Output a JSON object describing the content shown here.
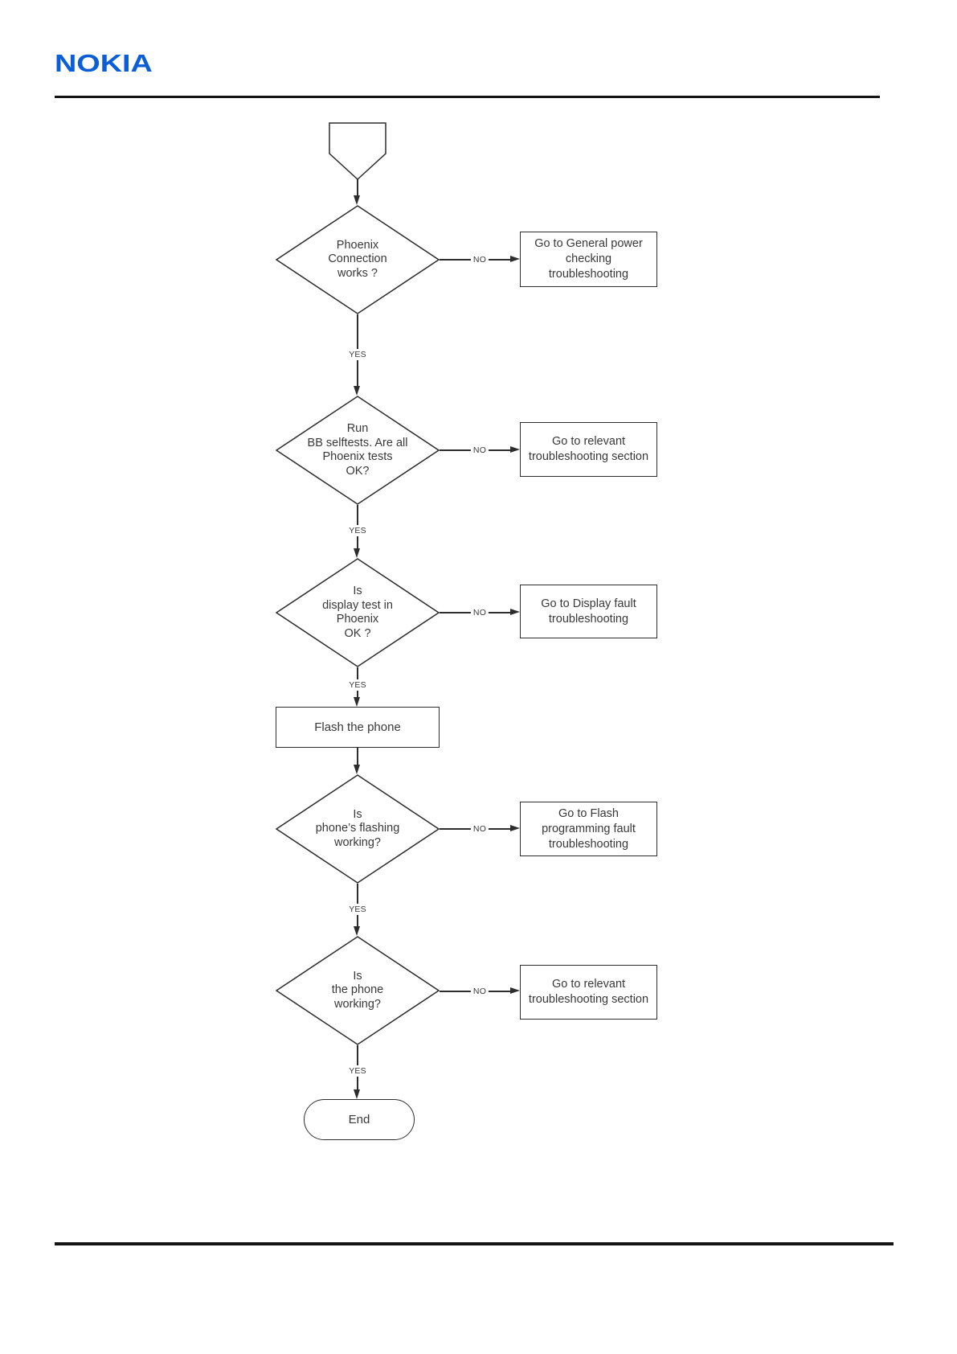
{
  "page": {
    "logo_text": "NOKIA",
    "logo_color": "#0b5ed7",
    "background": "#ffffff",
    "line_color": "#2d2d2d",
    "text_color": "#383838"
  },
  "flow": {
    "start_shape": "off-page-connector",
    "edge_labels": {
      "yes": "YES",
      "no": "NO"
    },
    "steps": [
      {
        "type": "decision",
        "text": "Phoenix\nConnection\nworks ?",
        "no_box": "Go to General power\nchecking\ntroubleshooting"
      },
      {
        "type": "decision",
        "text": "Run\nBB selftests. Are all\nPhoenix tests\nOK?",
        "no_box": "Go to relevant\ntroubleshooting section"
      },
      {
        "type": "decision",
        "text": "Is\ndisplay test in\nPhoenix\nOK ?",
        "no_box": "Go to Display fault\ntroubleshooting"
      },
      {
        "type": "process",
        "text": "Flash the phone"
      },
      {
        "type": "decision",
        "text": "Is\nphone’s flashing\nworking?",
        "no_box": "Go to Flash\nprogramming fault\ntroubleshooting"
      },
      {
        "type": "decision",
        "text": "Is\nthe phone\nworking?",
        "no_box": "Go to relevant\ntroubleshooting section"
      },
      {
        "type": "terminator",
        "text": "End"
      }
    ]
  }
}
